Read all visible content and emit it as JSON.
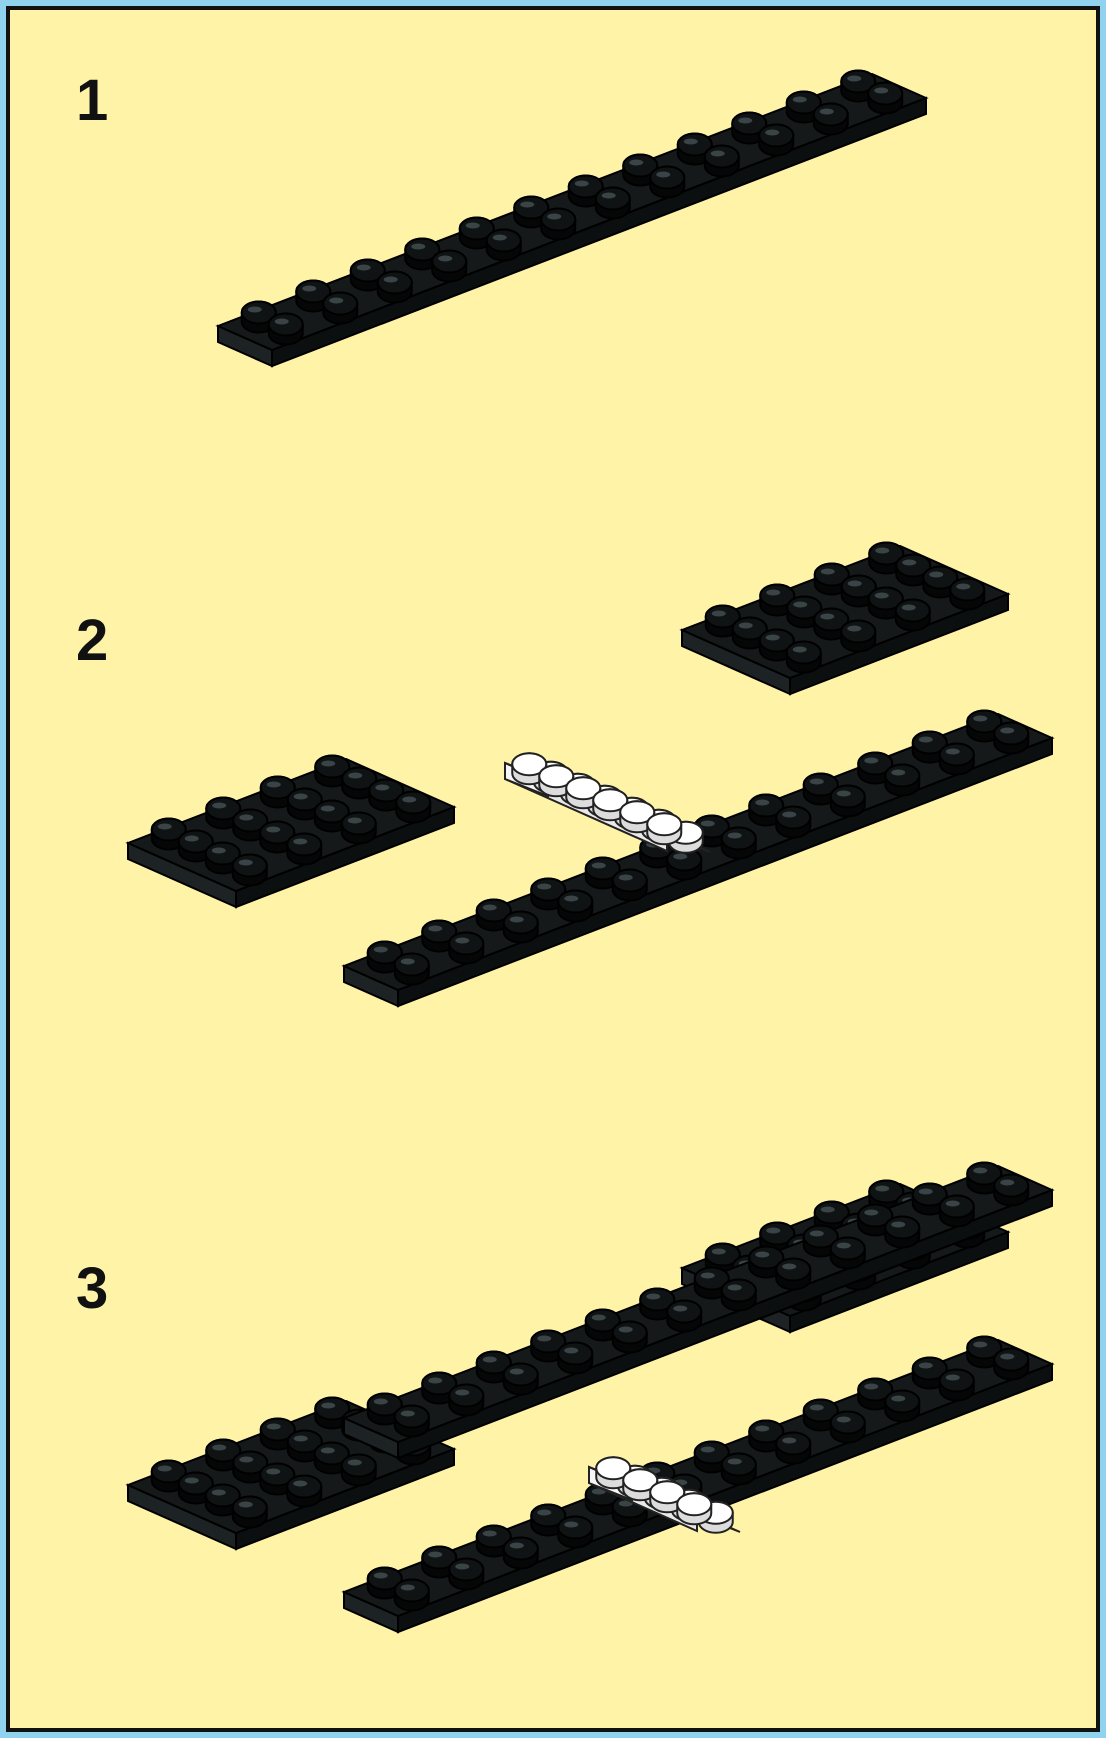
{
  "steps": [
    {
      "number": "1"
    },
    {
      "number": "2"
    },
    {
      "number": "3"
    }
  ],
  "colors": {
    "frame": "#8fd3ef",
    "paper": "#fff3a8",
    "brick_dark": "#15191a",
    "brick_light": "#ffffff"
  },
  "icons": {
    "step1": "black-plate-2x12-icon",
    "step2": "plates-with-white-plate-icon",
    "step3": "assembled-plates-icon"
  }
}
